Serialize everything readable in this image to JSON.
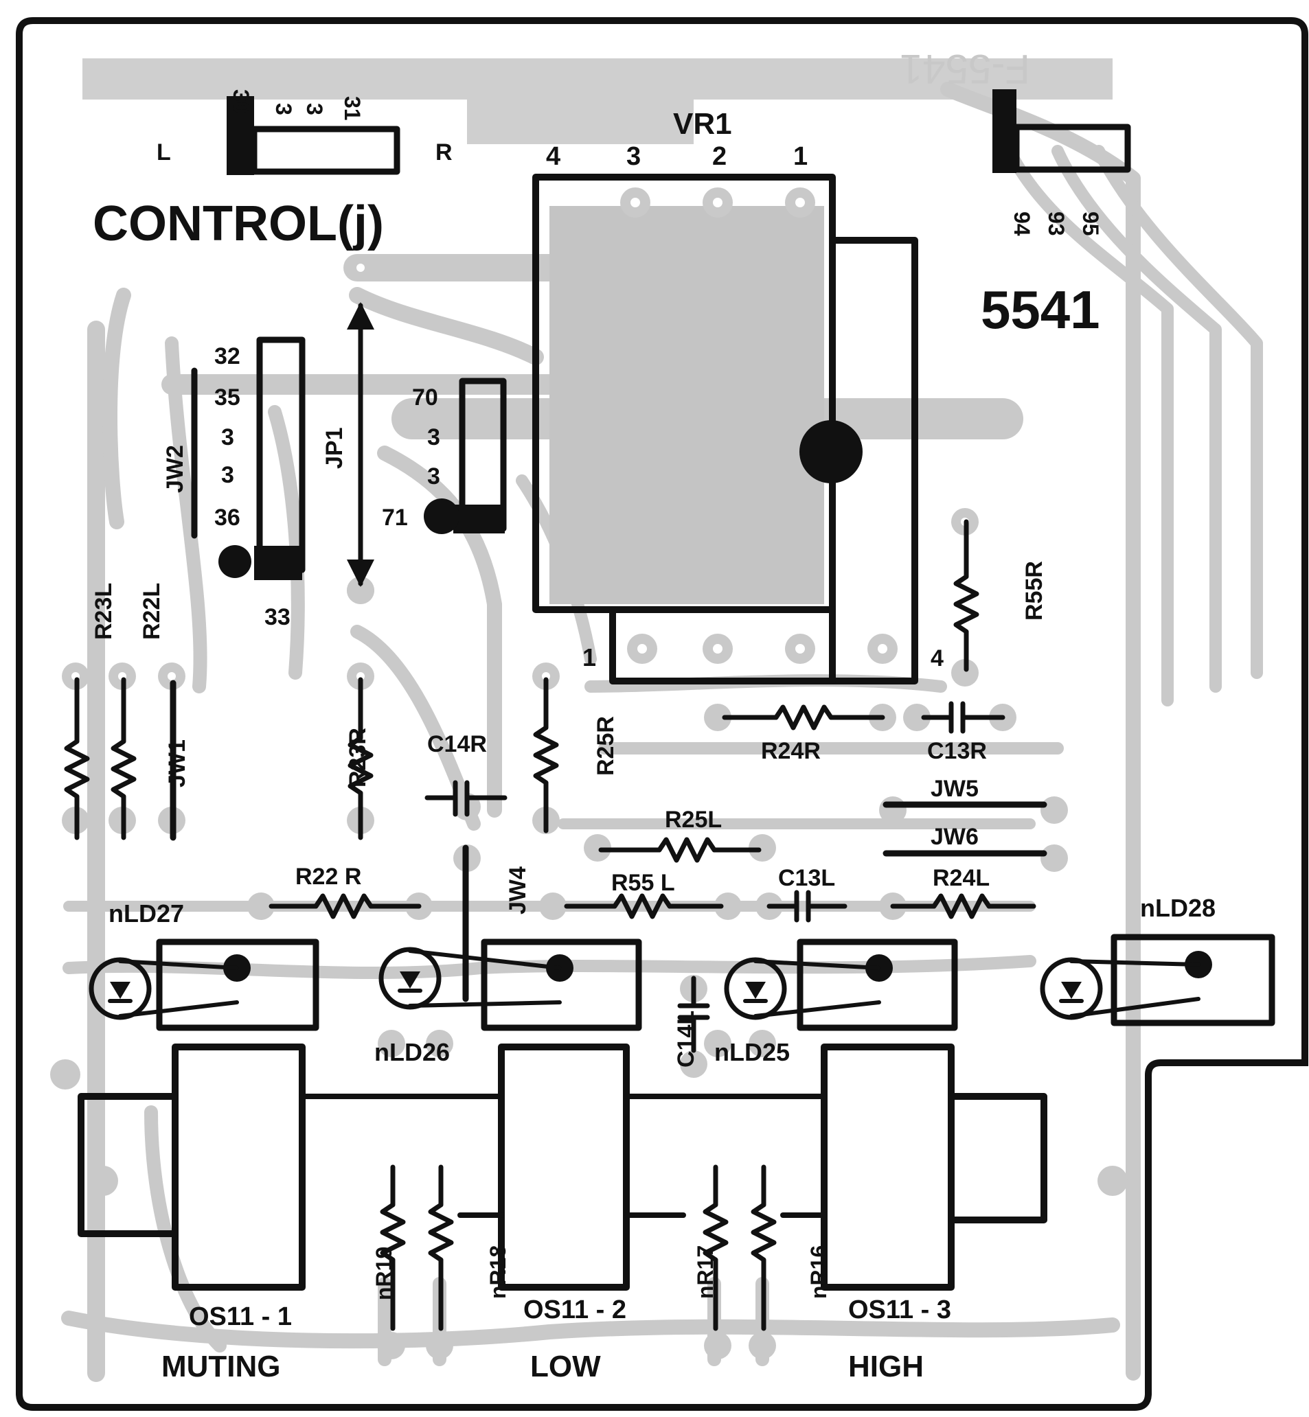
{
  "board": {
    "part_number_silk": "F-5541",
    "part_number": "5541",
    "title": "CONTROL(j)"
  },
  "control_connector": {
    "left": "L",
    "right": "R",
    "pins": [
      "30",
      "3",
      "3",
      "31"
    ]
  },
  "right_connector": {
    "pins": [
      "94",
      "93",
      "95"
    ]
  },
  "vr1": {
    "label": "VR1",
    "pins": [
      "4",
      "3",
      "2",
      "1"
    ],
    "pin1_bottom": "1"
  },
  "jp1": {
    "label": "JP1",
    "numbers": [
      "32",
      "35",
      "3",
      "3",
      "36"
    ],
    "bottom": "33"
  },
  "jw2": {
    "label": "JW2"
  },
  "connector70": {
    "numbers": [
      "70",
      "3",
      "3"
    ],
    "bottom": "71"
  },
  "components": {
    "r23l": "R23L",
    "r22l": "R22L",
    "jw1": "JW1",
    "r23r": "R23R",
    "c14r": "C14R",
    "r25r": "R25R",
    "r24r": "R24R",
    "c13r": "C13R",
    "r55r": "R55R",
    "pin4": "4",
    "jw5": "JW5",
    "jw6": "JW6",
    "r25l": "R25L",
    "r55l": "R55 L",
    "c13l": "C13L",
    "r24l": "R24L",
    "r22r": "R22 R",
    "jw4": "JW4",
    "c14l": "C14L"
  },
  "leds": {
    "ld27": "nLD27",
    "ld26": "nLD26",
    "ld25": "nLD25",
    "ld28": "nLD28"
  },
  "switches": {
    "os1": "OS11 - 1",
    "os2": "OS11 - 2",
    "os3": "OS11 - 3"
  },
  "resistors_bottom": {
    "r19": "nR19",
    "r18": "nR18",
    "r17": "nR17",
    "r16": "nR16"
  },
  "switch_labels": {
    "muting": "MUTING",
    "low": "LOW",
    "high": "HIGH"
  }
}
